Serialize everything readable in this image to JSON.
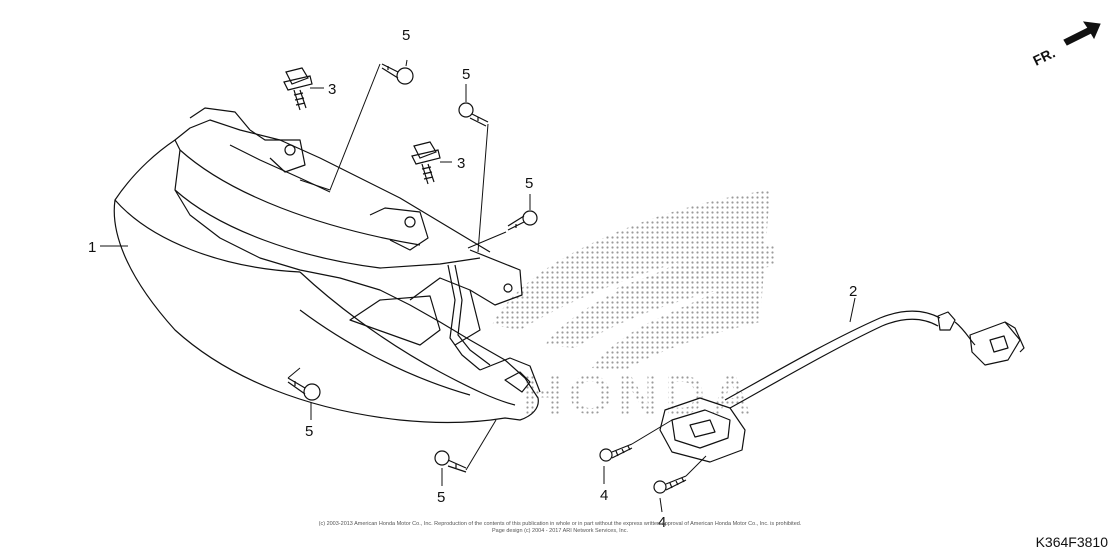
{
  "callouts": {
    "c1": "1",
    "c2": "2",
    "c3a": "3",
    "c3b": "3",
    "c4a": "4",
    "c4b": "4",
    "c5a": "5",
    "c5b": "5",
    "c5c": "5",
    "c5d": "5",
    "c5e": "5"
  },
  "direction_label": "FR.",
  "watermark_text": "HONDA",
  "copyright_lines": [
    "(c) 2003-2013 American Honda Motor Co., Inc. Reproduction of the contents of this publication in whole or in part without the express written approval of American Honda Motor Co., Inc. is prohibited.",
    "Page design (c) 2004 - 2017 ARI Network Services, Inc."
  ],
  "diagram_code": "K364F3810",
  "colors": {
    "line": "#111111",
    "watermark": "#9a9a9a"
  }
}
